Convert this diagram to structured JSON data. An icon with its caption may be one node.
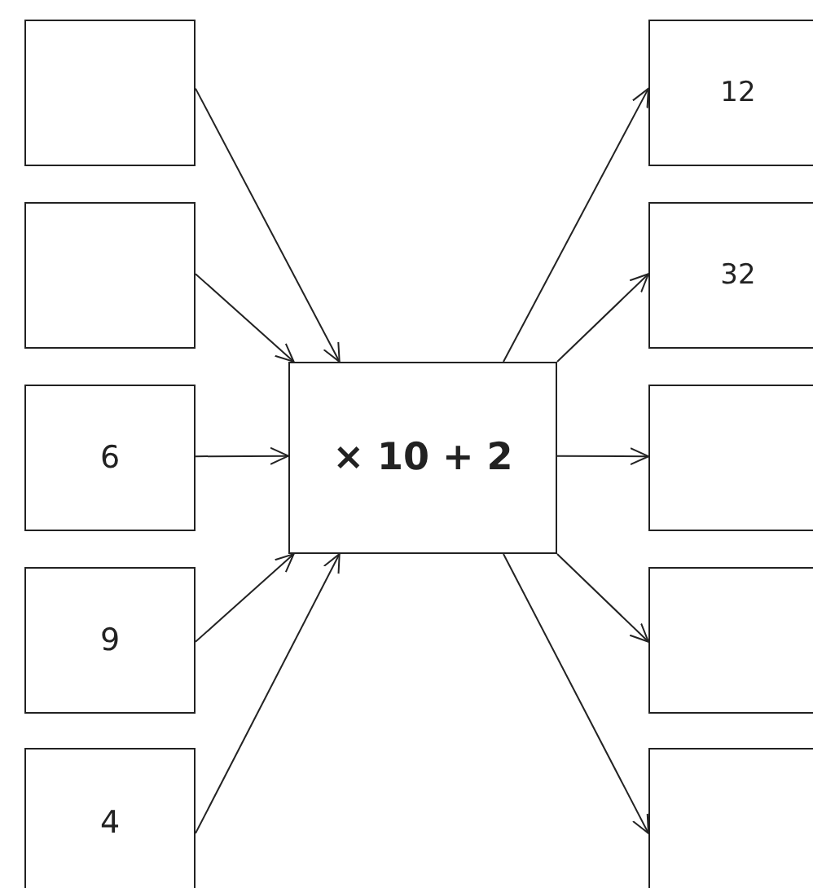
{
  "diagram": {
    "nodes": [
      {
        "text": [],
        "shape": "box"
      },
      {
        "text": [],
        "shape": "box"
      },
      {
        "text": [
          "6"
        ]
      },
      {
        "text": [
          "9"
        ]
      },
      {
        "text": [
          "4"
        ]
      },
      {
        "text": [
          "× 10 + 2"
        ]
      },
      {
        "text": [
          "12"
        ]
      },
      {
        "text": [
          "32"
        ]
      },
      {
        "text": [],
        "shape": "box"
      },
      {
        "text": [],
        "shape": "box"
      },
      {
        "text": [],
        "shape": "box"
      }
    ],
    "edges": [
      {
        "from": 0,
        "to": 5,
        "arrow": "to"
      },
      {
        "from": 1,
        "to": 5,
        "arrow": "to"
      },
      {
        "from": 2,
        "to": 5,
        "arrow": "to"
      },
      {
        "from": 3,
        "to": 5,
        "arrow": "to"
      },
      {
        "from": 4,
        "to": 5,
        "arrow": "to"
      },
      {
        "from": 5,
        "to": 6,
        "arrow": "to"
      },
      {
        "from": 5,
        "to": 7,
        "arrow": "to"
      },
      {
        "from": 5,
        "to": 8,
        "arrow": "to"
      },
      {
        "from": 5,
        "to": 9,
        "arrow": "to"
      },
      {
        "from": 5,
        "to": 10,
        "arrow": "to"
      }
    ]
  }
}
